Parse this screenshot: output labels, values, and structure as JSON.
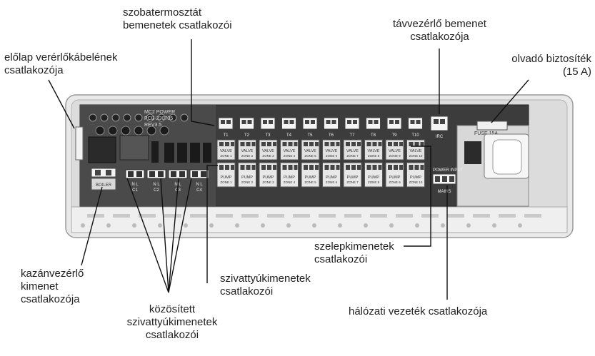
{
  "callouts": {
    "thermostat_inputs": [
      "szobatermosztát",
      "bemenetek csatlakozói"
    ],
    "remote_input": [
      "távvezérlő bemenet",
      "csatlakozója"
    ],
    "front_cable": [
      "előlap verérlőkábelének",
      "csatlakozója"
    ],
    "fuse": [
      "olvadó biztosíték",
      "(15 A)"
    ],
    "valve_outputs": [
      "szelepkimenetek",
      "csatlakozói"
    ],
    "boiler_output": [
      "kazánvezérlő",
      "kimenet",
      "csatlakozója"
    ],
    "pump_outputs": [
      "szivattyúkimenetek",
      "csatlakozói"
    ],
    "common_pump_outputs": [
      "közösített",
      "szivattyúkimenetek",
      "csatlakozói"
    ],
    "mains": [
      "hálózati vezeték csatlakozója"
    ]
  },
  "board": {
    "model": "MC2 POWER",
    "pcb": "PCB-230705",
    "rev": "REV3.5",
    "fuse_label": "FUSE 15A",
    "power_input_label": "POWER INPUT",
    "mains_label": "MAINS",
    "boiler_label": "BOILER",
    "thermostat_labels": [
      "T1",
      "T2",
      "T3",
      "T4",
      "T5",
      "T6",
      "T7",
      "T8",
      "T9",
      "T10"
    ],
    "remote_label": "IRC",
    "valve_label": "VALVE",
    "pump_label": "PUMP",
    "zone_labels": [
      "ZONE 1",
      "ZONE 2",
      "ZONE 3",
      "ZONE 4",
      "ZONE 5",
      "ZONE 6",
      "ZONE 7",
      "ZONE 8",
      "ZONE 9",
      "ZONE 10"
    ],
    "common_labels": [
      "N L",
      "N L",
      "N L",
      "N L"
    ],
    "common_sublabels": [
      "C1",
      "C2",
      "C3",
      "C4"
    ]
  }
}
